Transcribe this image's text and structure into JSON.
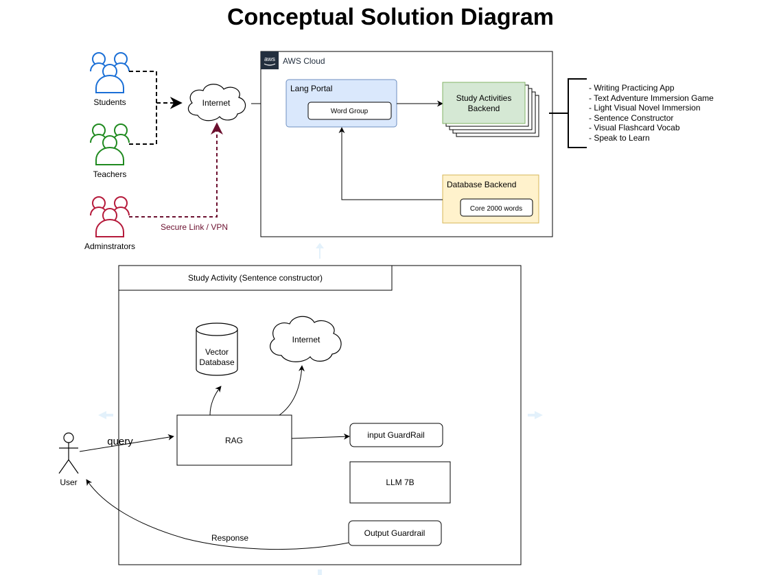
{
  "title": "Conceptual Solution Diagram",
  "actors": {
    "students": "Students",
    "teachers": "Teachers",
    "administrators": "Adminstrators",
    "user": "User"
  },
  "internet_label": "Internet",
  "secure_link_label": "Secure Link / VPN",
  "aws": {
    "cloud_label": "AWS Cloud",
    "logo_text": "aws",
    "lang_portal": "Lang Portal",
    "word_group": "Word Group",
    "study_activities_line1": "Study Activities",
    "study_activities_line2": "Backend",
    "database_backend": "Database Backend",
    "core_words": "Core 2000 words"
  },
  "activities_list": [
    "- Writing Practicing App",
    "- Text Adventure Immersion Game",
    "- Light Visual Novel Immersion",
    "- Sentence Constructor",
    "- Visual Flashcard Vocab",
    "- Speak to Learn"
  ],
  "study_activity": {
    "header": "Study Activity (Sentence constructor)",
    "vector_db_line1": "Vector",
    "vector_db_line2": "Database",
    "internet": "Internet",
    "rag": "RAG",
    "input_guardrail": "input GuardRail",
    "llm": "LLM 7B",
    "output_guardrail": "Output Guardrail",
    "query_label": "query",
    "response_label": "Response"
  },
  "colors": {
    "students": "#1a6fd6",
    "teachers": "#1f8a1f",
    "administrators": "#b5193a",
    "secure_link": "#6b0f2e",
    "lang_portal_fill": "#dae8fc",
    "lang_portal_stroke": "#6c8ebf",
    "study_fill": "#d5e8d4",
    "study_stroke": "#82b366",
    "db_fill": "#fff2cc",
    "db_stroke": "#d6b656",
    "hint_arrow": "#e3f1fb"
  }
}
